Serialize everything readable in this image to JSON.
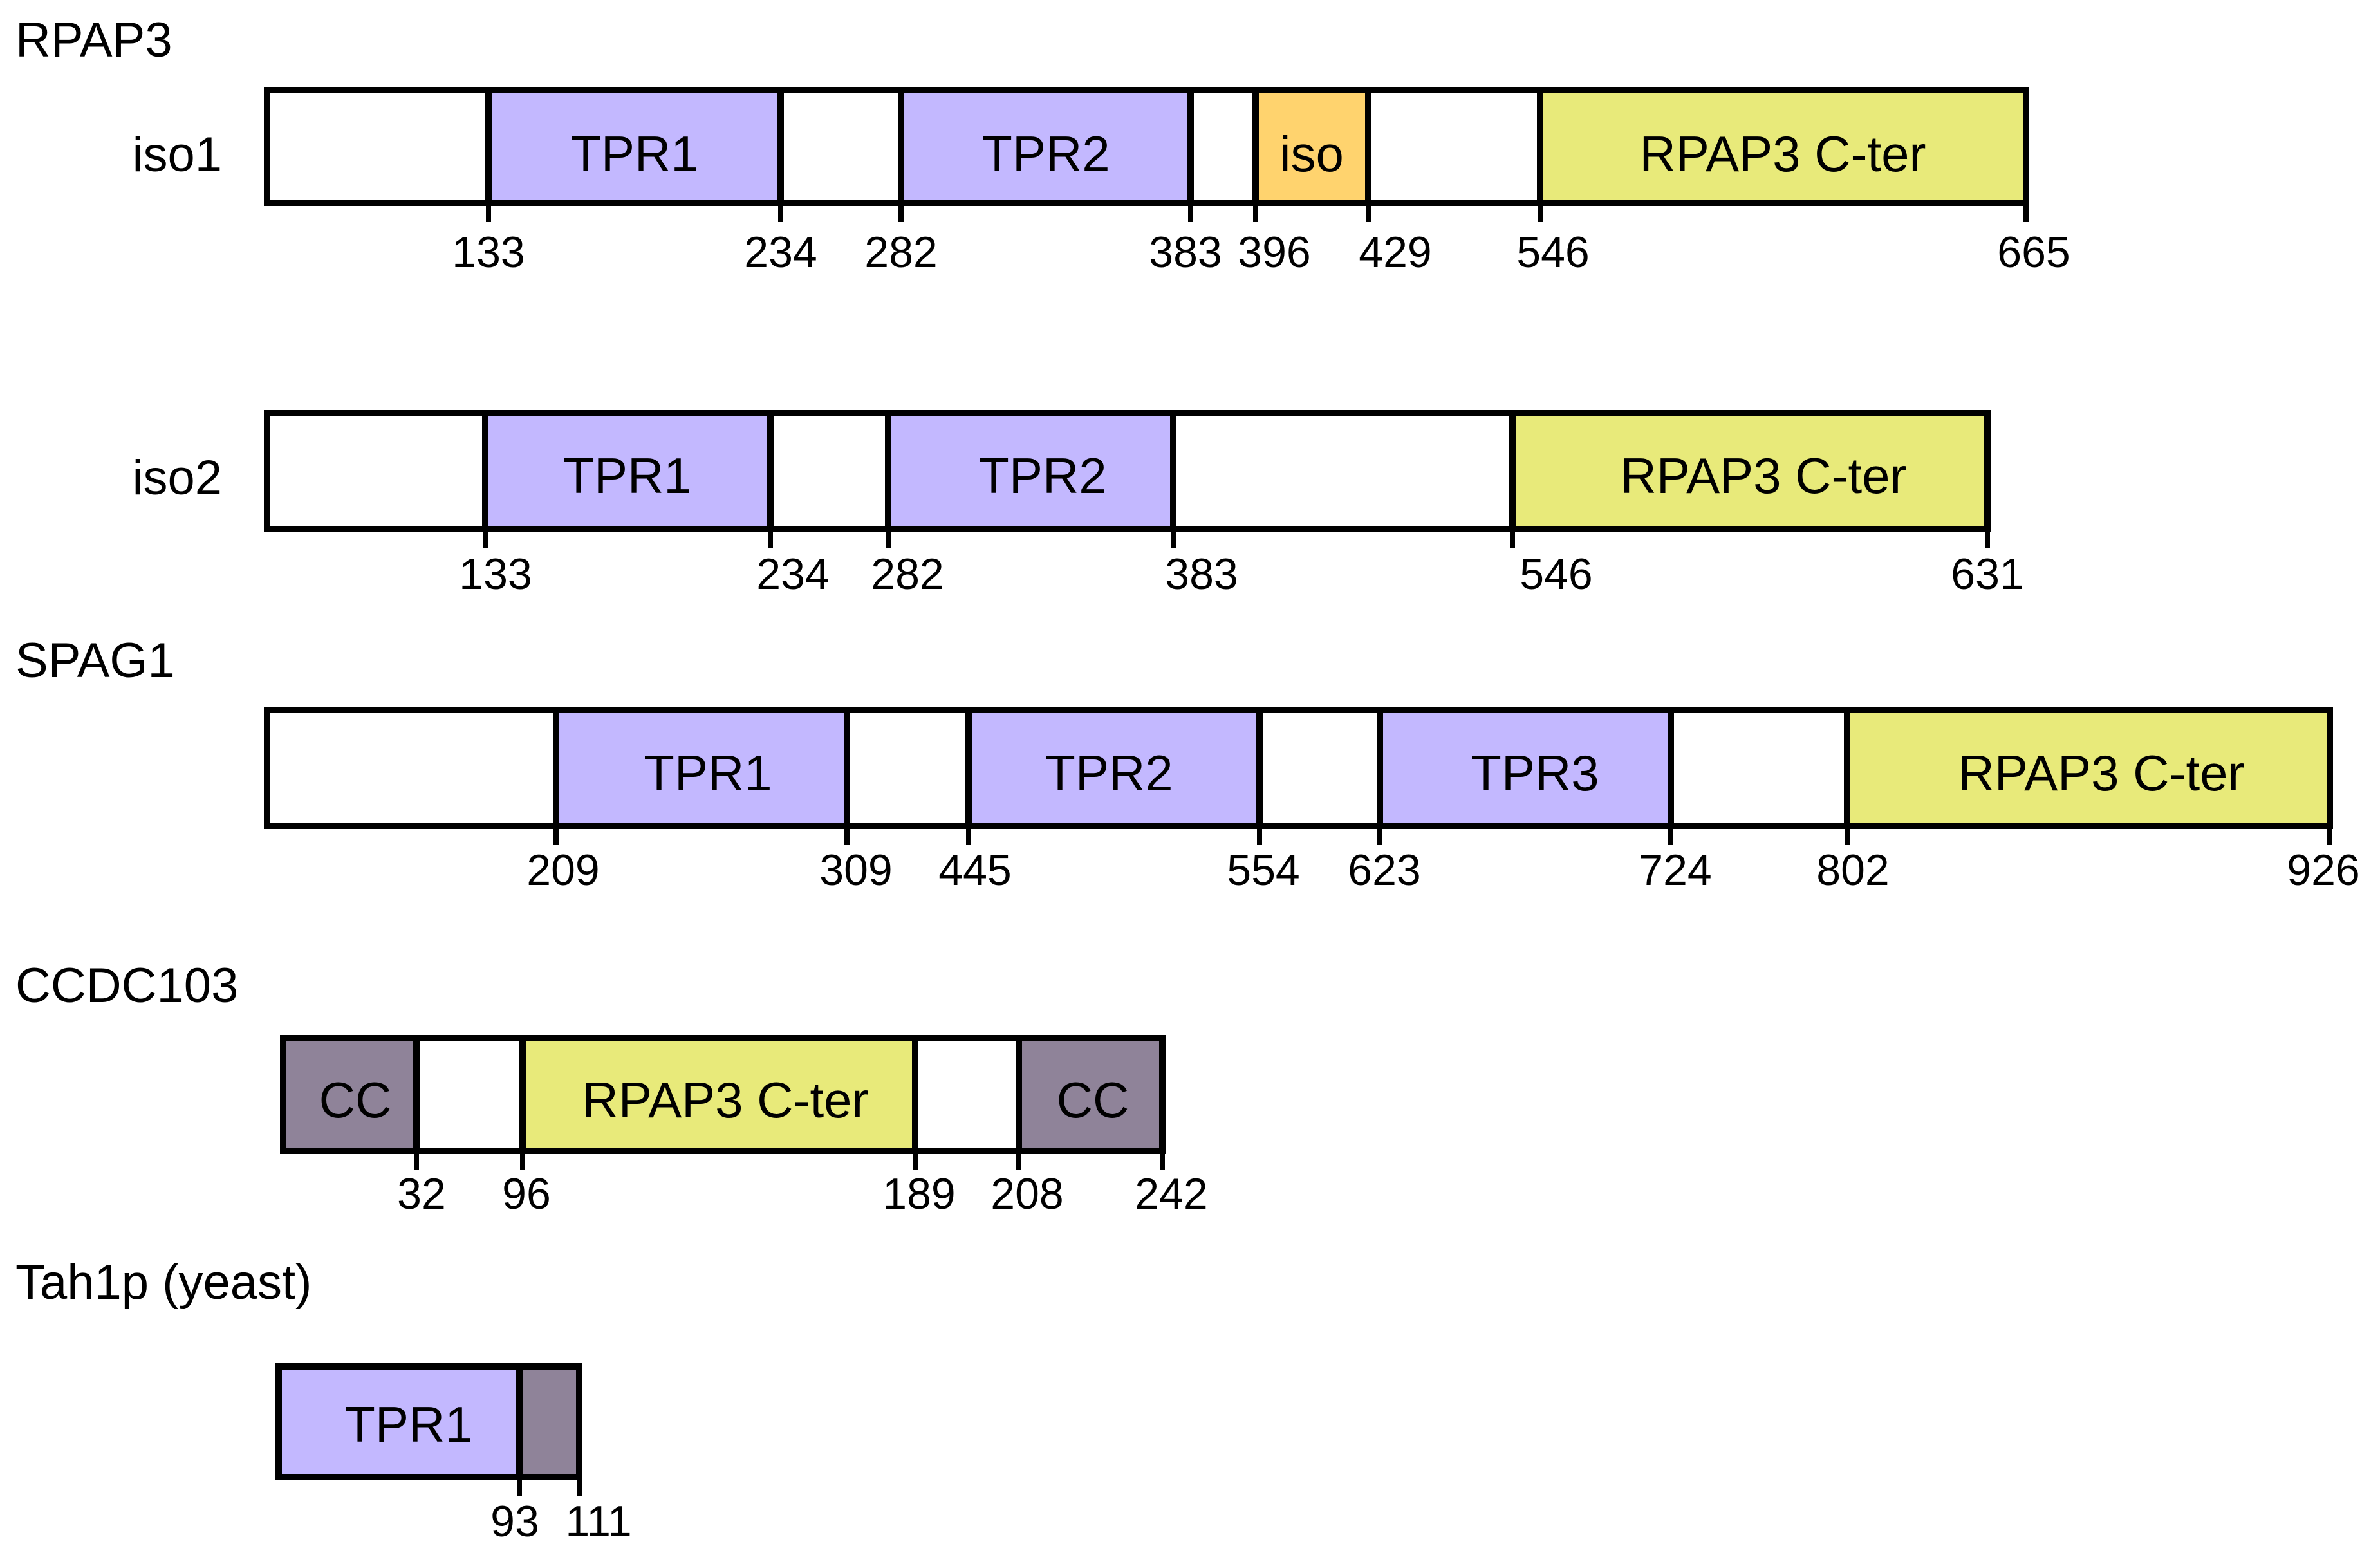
{
  "colors": {
    "TPR": "#c3b8ff",
    "iso": "#ffd36e",
    "RPAP3 C-ter": "#e8ea7a",
    "CC": "#8f8399",
    "outline": "#000000",
    "background": "#ffffff"
  },
  "proteins": [
    {
      "name": "RPAP3",
      "isoforms": [
        {
          "label": "iso1",
          "domains": [
            {
              "name": "TPR1",
              "type": "TPR"
            },
            {
              "name": "TPR2",
              "type": "TPR"
            },
            {
              "name": "iso",
              "type": "iso"
            },
            {
              "name": "RPAP3 C-ter",
              "type": "RPAP3 C-ter"
            }
          ],
          "positions": [
            "133",
            "234",
            "282",
            "383",
            "396",
            "429",
            "546",
            "665"
          ]
        },
        {
          "label": "iso2",
          "domains": [
            {
              "name": "TPR1",
              "type": "TPR"
            },
            {
              "name": "TPR2",
              "type": "TPR"
            },
            {
              "name": "RPAP3 C-ter",
              "type": "RPAP3 C-ter"
            }
          ],
          "positions": [
            "133",
            "234",
            "282",
            "383",
            "546",
            "631"
          ]
        }
      ]
    },
    {
      "name": "SPAG1",
      "isoforms": [
        {
          "label": "",
          "domains": [
            {
              "name": "TPR1",
              "type": "TPR"
            },
            {
              "name": "TPR2",
              "type": "TPR"
            },
            {
              "name": "TPR3",
              "type": "TPR"
            },
            {
              "name": "RPAP3 C-ter",
              "type": "RPAP3 C-ter"
            }
          ],
          "positions": [
            "209",
            "309",
            "445",
            "554",
            "623",
            "724",
            "802",
            "926"
          ]
        }
      ]
    },
    {
      "name": "CCDC103",
      "isoforms": [
        {
          "label": "",
          "domains": [
            {
              "name": "CC",
              "type": "CC"
            },
            {
              "name": "RPAP3 C-ter",
              "type": "RPAP3 C-ter"
            },
            {
              "name": "CC",
              "type": "CC"
            }
          ],
          "positions": [
            "32",
            "96",
            "189",
            "208",
            "242"
          ]
        }
      ]
    },
    {
      "name": "Tah1p (yeast)",
      "isoforms": [
        {
          "label": "",
          "domains": [
            {
              "name": "TPR1",
              "type": "TPR"
            },
            {
              "name": "",
              "type": "CC"
            }
          ],
          "positions": [
            "93",
            "111"
          ]
        }
      ]
    }
  ]
}
